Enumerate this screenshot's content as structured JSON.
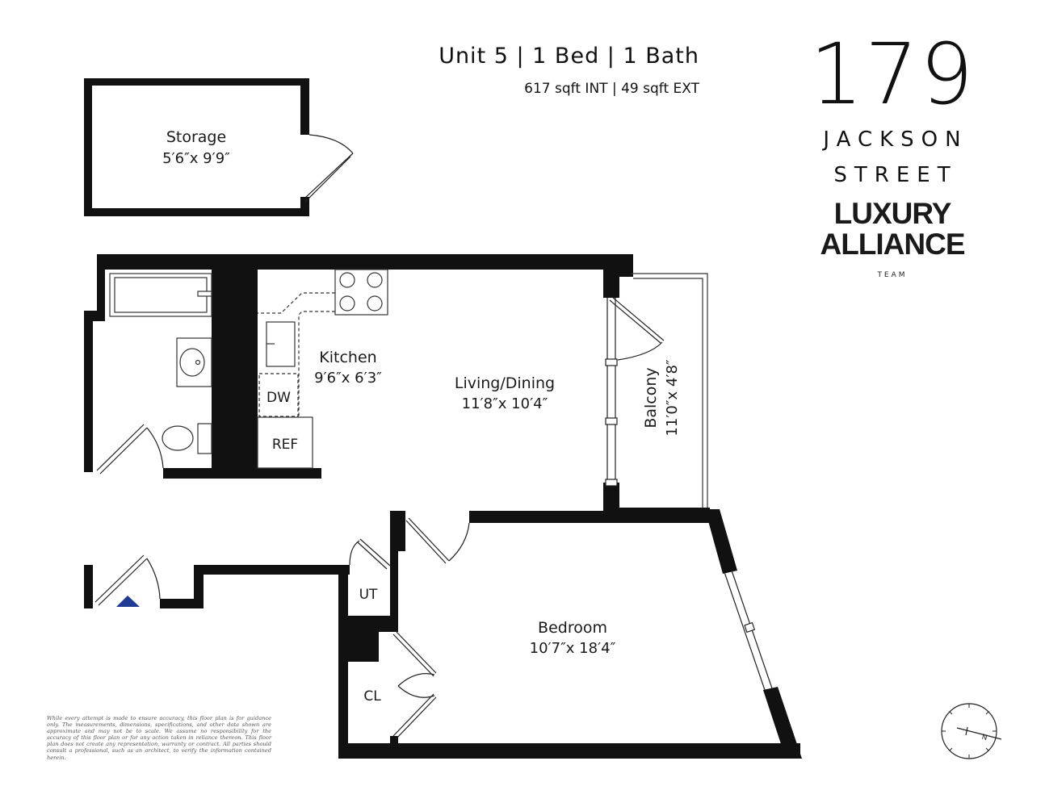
{
  "header": {
    "title": "Unit 5 | 1 Bed | 1 Bath",
    "subtitle": "617 sqft INT | 49 sqft EXT"
  },
  "brand": {
    "number": "179",
    "street_line1": "JACKSON",
    "street_line2": "STREET",
    "logo_line1": "LUXURY",
    "logo_line2": "ALLIANCE",
    "logo_line3": "TEAM"
  },
  "rooms": {
    "storage": {
      "name": "Storage",
      "dims": "5′6″x 9′9″"
    },
    "kitchen": {
      "name": "Kitchen",
      "dims": "9′6″x 6′3″"
    },
    "living": {
      "name": "Living/Dining",
      "dims": "11′8″x 10′4″"
    },
    "balcony": {
      "name": "Balcony",
      "dims": "11′0″x 4′8″"
    },
    "bedroom": {
      "name": "Bedroom",
      "dims": "10′7″x 18′4″"
    }
  },
  "fixtures": {
    "dw": "DW",
    "ref": "REF",
    "ut": "UT",
    "cl": "CL"
  },
  "disclaimer": "While every attempt is made to ensure accuracy, this floor plan is for guidance only. The measurements, dimensions, specifications, and other data shown are approximate and may not be to scale. We assume no responsibility for the accuracy of this floor plan or for any action taken in reliance thereon. This floor plan does not create any representation, warranty or contract. All parties should consult a professional, such as an architect, to verify the information contained herein.",
  "compass_label": "N",
  "colors": {
    "wall": "#111111",
    "fixture_line": "#555555",
    "entry_marker": "#1f3a93"
  }
}
